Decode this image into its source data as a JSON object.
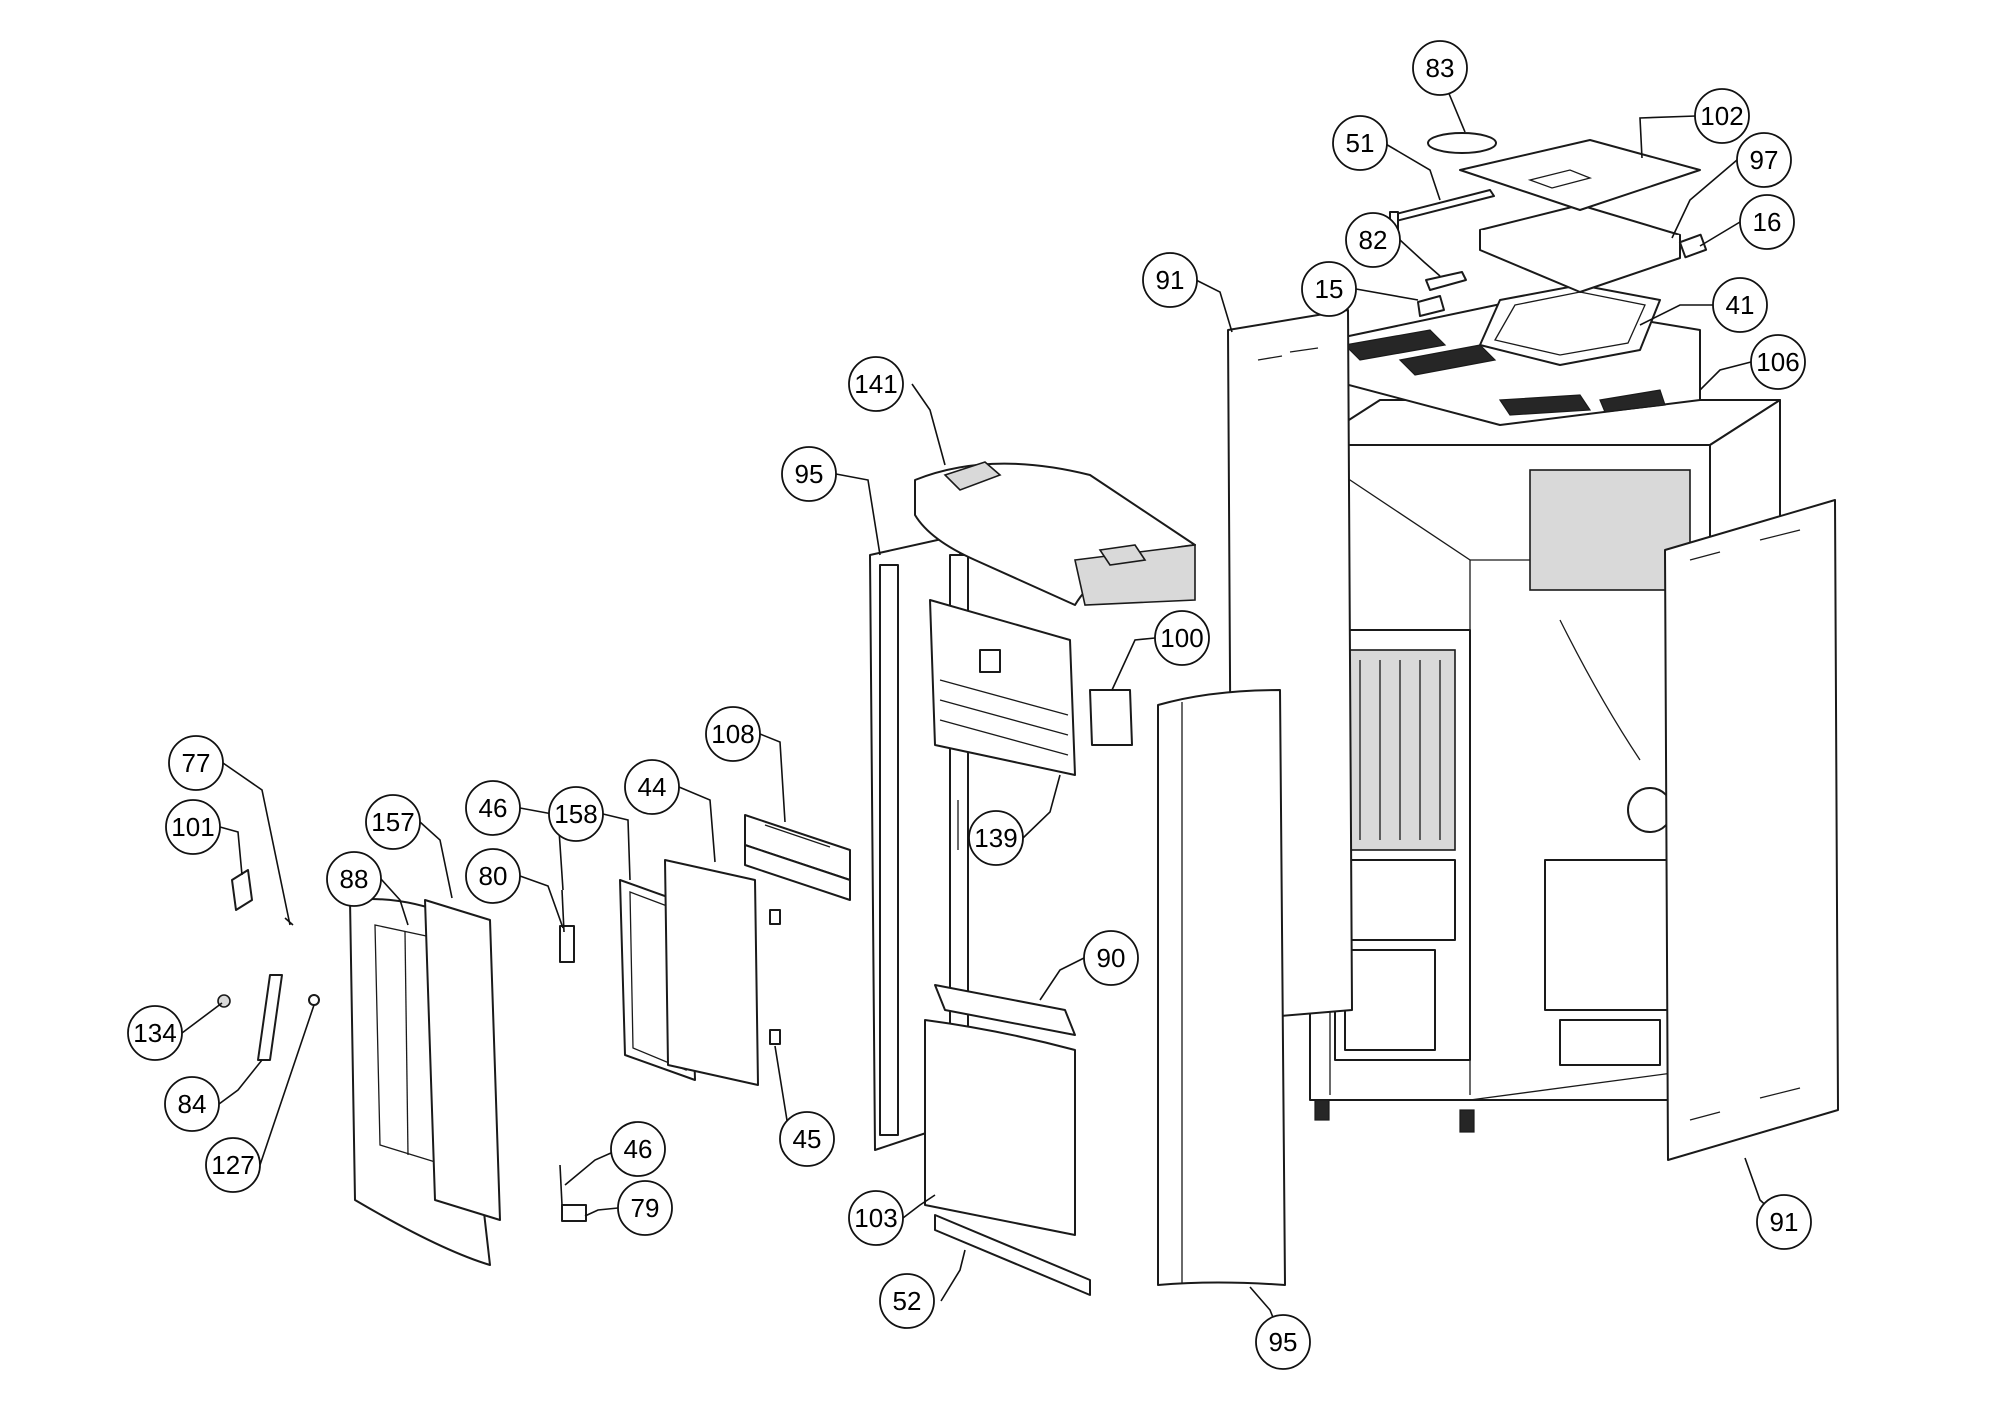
{
  "diagram": {
    "callouts": [
      {
        "id": "c83",
        "text": "83"
      },
      {
        "id": "c102",
        "text": "102"
      },
      {
        "id": "c97",
        "text": "97"
      },
      {
        "id": "c51",
        "text": "51"
      },
      {
        "id": "c16",
        "text": "16"
      },
      {
        "id": "c82",
        "text": "82"
      },
      {
        "id": "c15",
        "text": "15"
      },
      {
        "id": "c41",
        "text": "41"
      },
      {
        "id": "c91a",
        "text": "91"
      },
      {
        "id": "c106",
        "text": "106"
      },
      {
        "id": "c141",
        "text": "141"
      },
      {
        "id": "c95a",
        "text": "95"
      },
      {
        "id": "c100",
        "text": "100"
      },
      {
        "id": "c108",
        "text": "108"
      },
      {
        "id": "c77",
        "text": "77"
      },
      {
        "id": "c157",
        "text": "157"
      },
      {
        "id": "c46a",
        "text": "46"
      },
      {
        "id": "c158",
        "text": "158"
      },
      {
        "id": "c44",
        "text": "44"
      },
      {
        "id": "c101",
        "text": "101"
      },
      {
        "id": "c80",
        "text": "80"
      },
      {
        "id": "c88",
        "text": "88"
      },
      {
        "id": "c139",
        "text": "139"
      },
      {
        "id": "c90",
        "text": "90"
      },
      {
        "id": "c134",
        "text": "134"
      },
      {
        "id": "c84",
        "text": "84"
      },
      {
        "id": "c45",
        "text": "45"
      },
      {
        "id": "c127",
        "text": "127"
      },
      {
        "id": "c46b",
        "text": "46"
      },
      {
        "id": "c79",
        "text": "79"
      },
      {
        "id": "c103",
        "text": "103"
      },
      {
        "id": "c91b",
        "text": "91"
      },
      {
        "id": "c52",
        "text": "52"
      },
      {
        "id": "c95b",
        "text": "95"
      }
    ]
  }
}
